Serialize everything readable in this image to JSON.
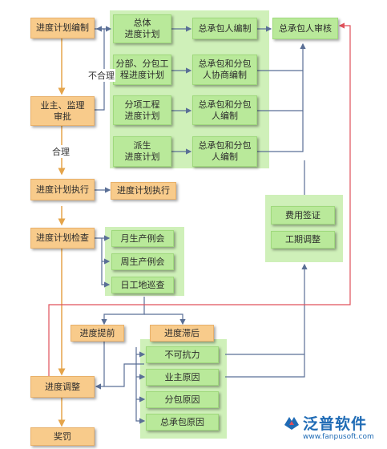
{
  "nodes": {
    "progress_plan_compile": "进度计划编制",
    "overall_progress_plan": "总体\n进度计划",
    "gc_compile_1": "总承包人编制",
    "gc_review": "总承包人审核",
    "sub_package_plan": "分部、分包工\n程进度计划",
    "gc_sub_coordinate": "总承包和分包\n人协商编制",
    "owner_supervisor_approval": "业主、监理\n审批",
    "itemized_project_plan": "分项工程\n进度计划",
    "gc_sub_compile_1": "总承包和分包\n人编制",
    "derived_plan": "派生\n进度计划",
    "gc_sub_compile_2": "总承包和分包\n人编制",
    "plan_execution_1": "进度计划执行",
    "plan_execution_2": "进度计划执行",
    "cost_visa": "费用签证",
    "schedule_adjust": "工期调整",
    "plan_check": "进度计划检查",
    "monthly_meeting": "月生产例会",
    "weekly_meeting": "周生产例会",
    "daily_inspection": "日工地巡查",
    "progress_ahead": "进度提前",
    "progress_delay": "进度滞后",
    "force_majeure": "不可抗力",
    "owner_reason": "业主原因",
    "subcontract_reason": "分包原因",
    "gc_reason": "总承包原因",
    "progress_adjust": "进度调整",
    "reward_penalty": "奖罚"
  },
  "labels": {
    "unreasonable": "不合理",
    "reasonable": "合理"
  },
  "logo": {
    "brand": "泛普软件",
    "url": "www.fanpusoft.com"
  },
  "colors": {
    "orange_box": "#f8cb8b",
    "green_box": "#b9e99a",
    "green_panel": "#cff0b9",
    "line_blue": "#5a6f96",
    "line_orange": "#e5a44a",
    "line_red": "#e0505a"
  }
}
